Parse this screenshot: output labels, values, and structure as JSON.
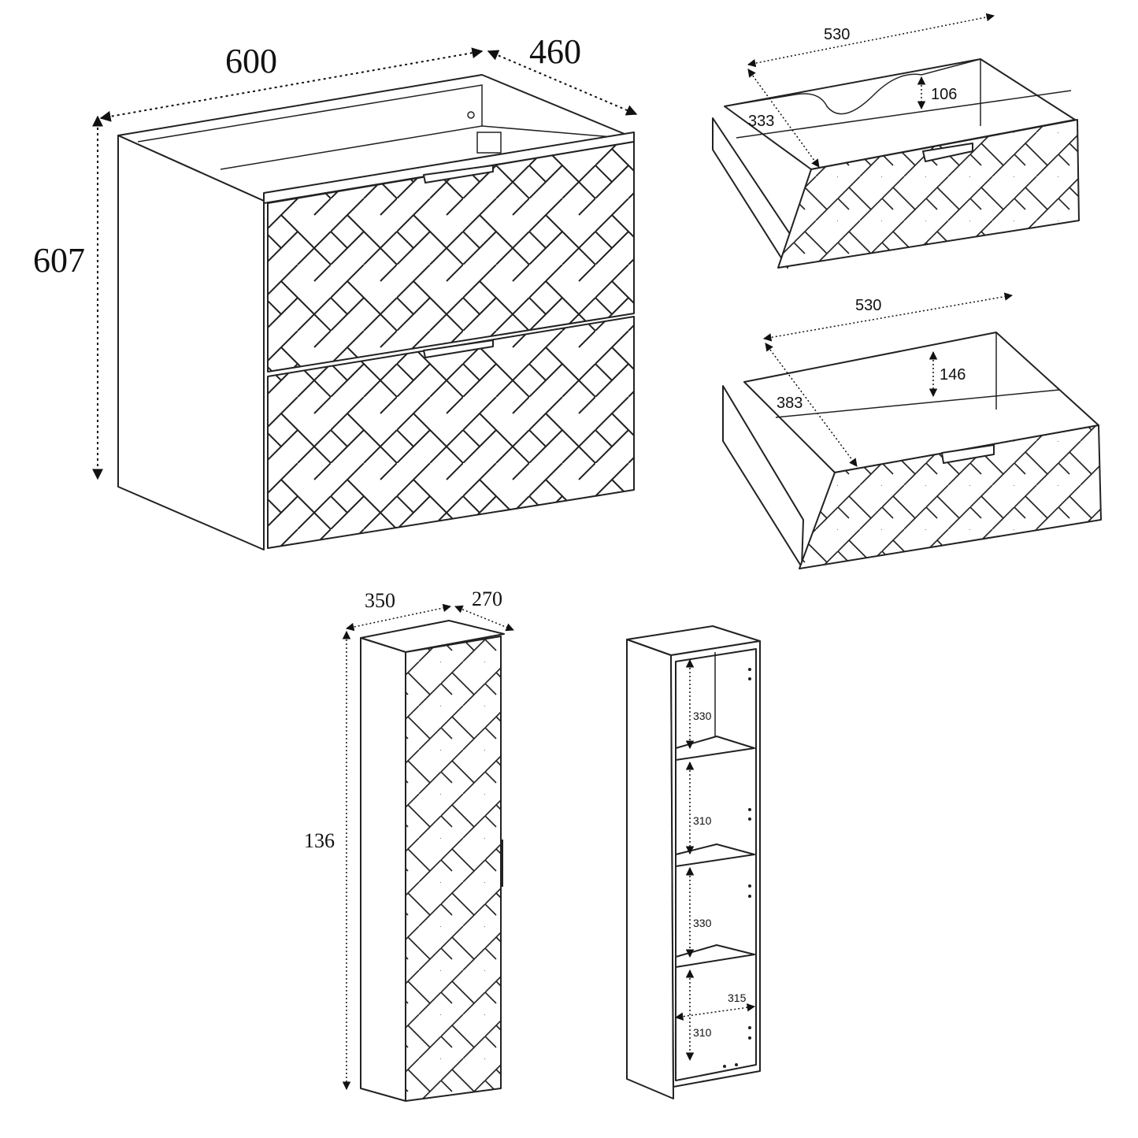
{
  "vanity": {
    "width": "600",
    "depth": "460",
    "height": "607"
  },
  "drawer_top": {
    "width": "530",
    "depth": "333",
    "height": "106"
  },
  "drawer_bottom": {
    "width": "530",
    "depth": "383",
    "height": "146"
  },
  "tall_cabinet": {
    "width": "350",
    "depth": "270",
    "height": "136"
  },
  "shelves": {
    "heights": [
      "330",
      "310",
      "330",
      "310"
    ],
    "inner_width": "315"
  }
}
